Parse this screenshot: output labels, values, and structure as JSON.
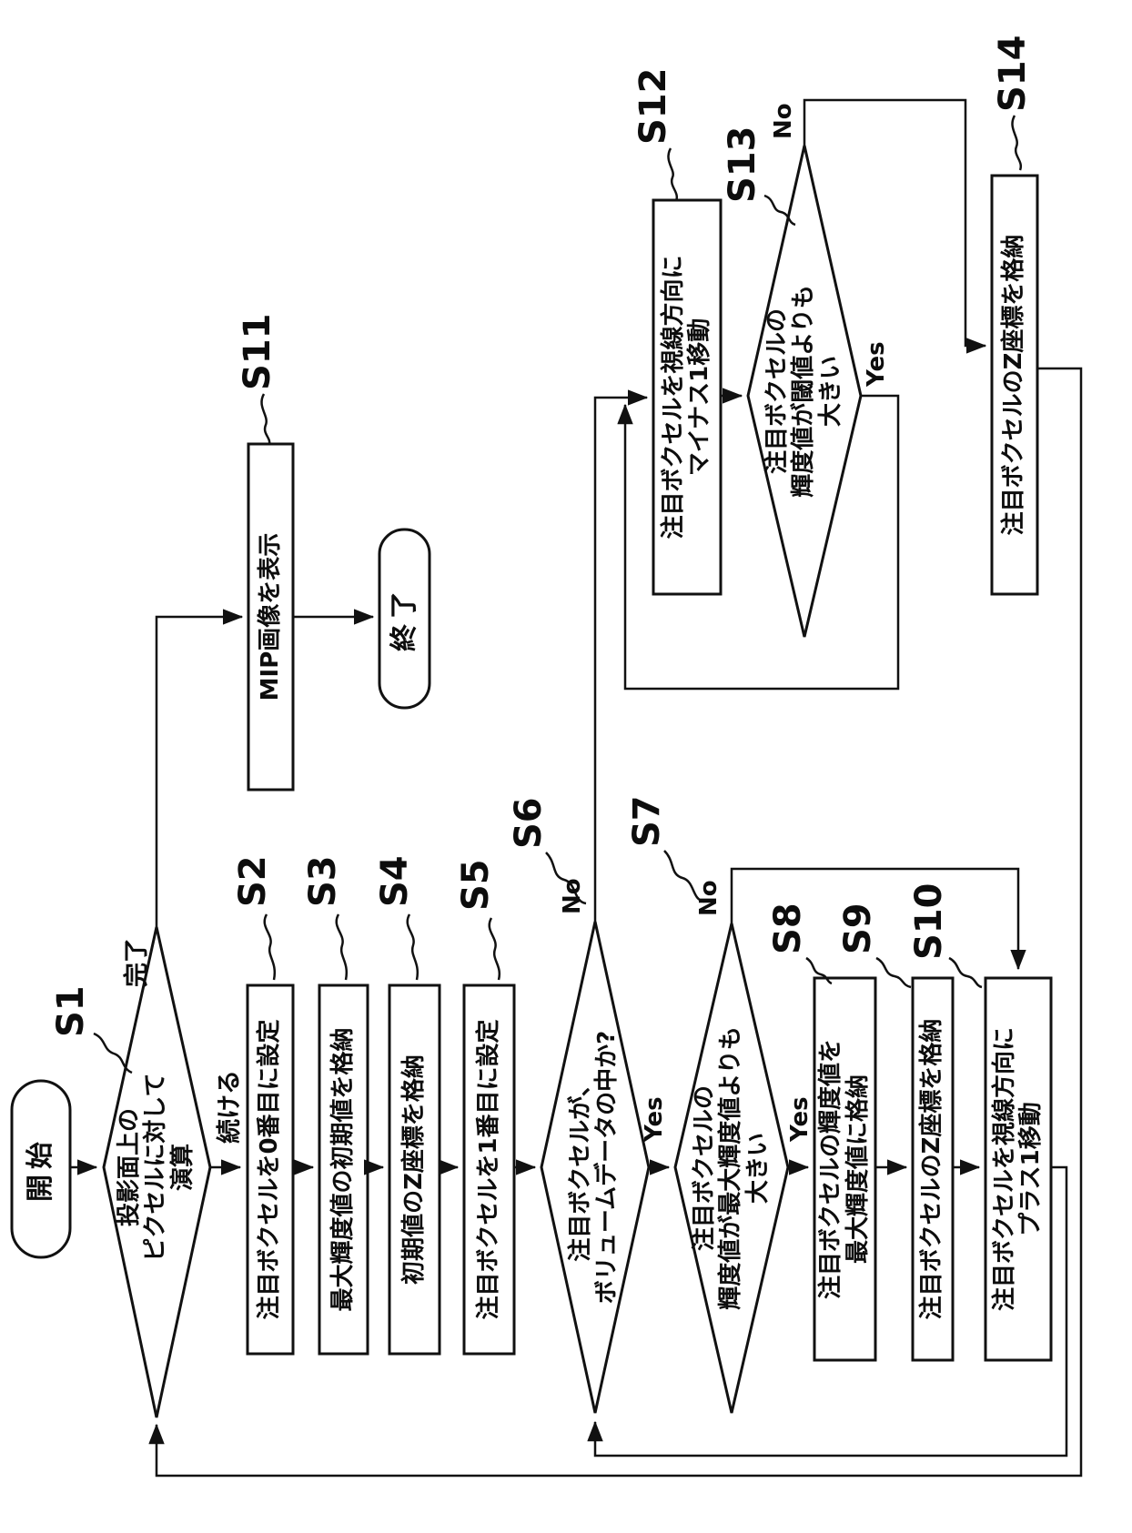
{
  "figure": {
    "kind": "flowchart",
    "orientation": "rotated-90-ccw",
    "colors": {
      "ink": "#111111",
      "paper": "#ffffff"
    }
  },
  "nodes": {
    "start": {
      "type": "terminal",
      "label": "開始"
    },
    "s1": {
      "step_label": "S1",
      "type": "decision",
      "lines": [
        "投影面上の",
        "ピクセルに対して",
        "演算"
      ]
    },
    "s2": {
      "step_label": "S2",
      "type": "process",
      "lines": [
        "注目ボクセルを0番目に設定"
      ]
    },
    "s3": {
      "step_label": "S3",
      "type": "process",
      "lines": [
        "最大輝度値の初期値を格納"
      ]
    },
    "s4": {
      "step_label": "S4",
      "type": "process",
      "lines": [
        "初期値のZ座標を格納"
      ]
    },
    "s5": {
      "step_label": "S5",
      "type": "process",
      "lines": [
        "注目ボクセルを1番目に設定"
      ]
    },
    "s6": {
      "step_label": "S6",
      "type": "decision",
      "lines": [
        "注目ボクセルが、",
        "ボリュームデータの中か?"
      ]
    },
    "s7": {
      "step_label": "S7",
      "type": "decision",
      "lines": [
        "注目ボクセルの",
        "輝度値が最大輝度値よりも",
        "大きい"
      ]
    },
    "s8": {
      "step_label": "S8",
      "type": "process",
      "lines": [
        "注目ボクセルの輝度値を",
        "最大輝度値に格納"
      ]
    },
    "s9": {
      "step_label": "S9",
      "type": "process",
      "lines": [
        "注目ボクセルのZ座標を格納"
      ]
    },
    "s10": {
      "step_label": "S10",
      "type": "process",
      "lines": [
        "注目ボクセルを視線方向に",
        "プラス1移動"
      ]
    },
    "s11": {
      "step_label": "S11",
      "type": "process",
      "lines": [
        "MIP画像を表示"
      ]
    },
    "end": {
      "type": "terminal",
      "label": "終了"
    },
    "s12": {
      "step_label": "S12",
      "type": "process",
      "lines": [
        "注目ボクセルを視線方向に",
        "マイナス1移動"
      ]
    },
    "s13": {
      "step_label": "S13",
      "type": "decision",
      "lines": [
        "注目ボクセルの",
        "輝度値が閾値よりも",
        "大きい"
      ]
    },
    "s14": {
      "step_label": "S14",
      "type": "process",
      "lines": [
        "注目ボクセルのZ座標を格納"
      ]
    }
  },
  "edges": {
    "s1_done": "完了",
    "s1_continue": "続ける",
    "s6_yes": "Yes",
    "s6_no": "No",
    "s7_yes": "Yes",
    "s7_no": "No",
    "s13_yes": "Yes",
    "s13_no": "No"
  }
}
